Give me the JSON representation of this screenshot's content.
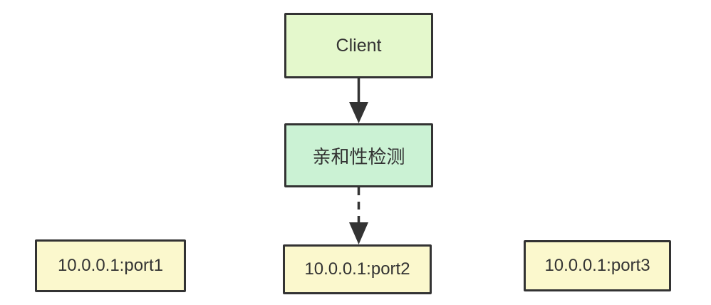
{
  "diagram": {
    "title": "affinity-based load balancing flow",
    "background_color": "#ffffff",
    "border_color": "#333333",
    "text_color": "#333333",
    "nodes": [
      {
        "id": "client",
        "label": "Client",
        "fill": "#e4f8cc"
      },
      {
        "id": "affinity-check",
        "label": "亲和性检测",
        "fill": "#cbf2d4"
      },
      {
        "id": "endpoint-1",
        "label": "10.0.0.1:port1",
        "fill": "#fbf8cd"
      },
      {
        "id": "endpoint-2",
        "label": "10.0.0.1:port2",
        "fill": "#fbf8cd"
      },
      {
        "id": "endpoint-3",
        "label": "10.0.0.1:port3",
        "fill": "#fbf8cd"
      }
    ],
    "edges": [
      {
        "from": "client",
        "to": "affinity-check",
        "style": "solid",
        "color": "#333333"
      },
      {
        "from": "affinity-check",
        "to": "endpoint-2",
        "style": "dashed",
        "color": "#333333"
      }
    ]
  }
}
